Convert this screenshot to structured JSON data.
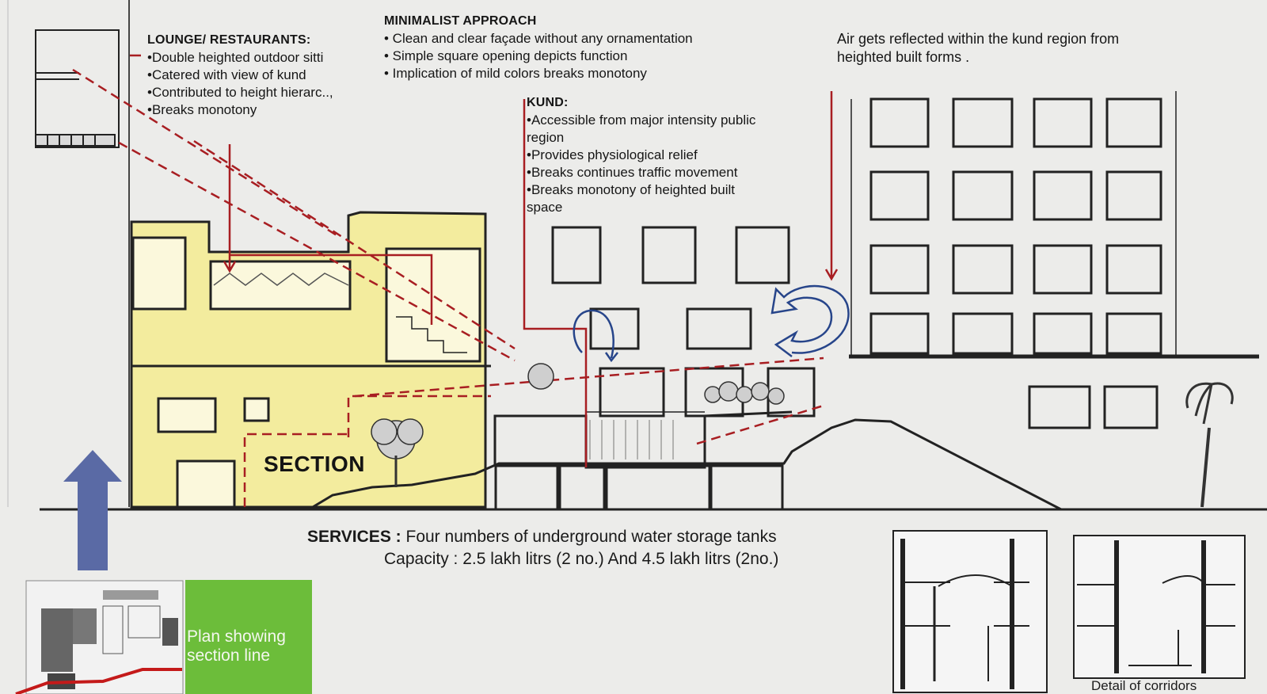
{
  "lounge": {
    "heading": "LOUNGE/ RESTAURANTS:",
    "items": [
      "•Double heighted outdoor sitti",
      "•Catered with view of kund",
      "•Contributed to height hierarc..,",
      "•Breaks monotony"
    ]
  },
  "minimalist": {
    "heading": "MINIMALIST APPROACH",
    "items": [
      "• Clean and clear façade without any ornamentation",
      "• Simple square opening depicts function",
      "• Implication of mild colors breaks monotony"
    ]
  },
  "air": {
    "line1": "Air gets reflected within the kund region from",
    "line2": "heighted built forms ."
  },
  "kund": {
    "heading": "KUND:",
    "items": [
      "•Accessible from major intensity public",
      "region",
      "•Provides physiological relief",
      "•Breaks continues traffic movement",
      "•Breaks monotony of heighted built",
      "space"
    ]
  },
  "section_label": "SECTION",
  "services": {
    "label": "SERVICES :",
    "line1": "Four numbers of underground water storage tanks",
    "line2": "Capacity : 2.5 lakh litrs (2 no.) And 4.5 lakh litrs (2no.)"
  },
  "plan_caption": "Plan showing section line",
  "detail_caption": "Detail of corridors",
  "colors": {
    "accent_red": "#a81e22",
    "arrow_blue": "#5a6aa5",
    "yellow_wash": "#f3ec9e",
    "plan_green": "#6cbd3a"
  }
}
